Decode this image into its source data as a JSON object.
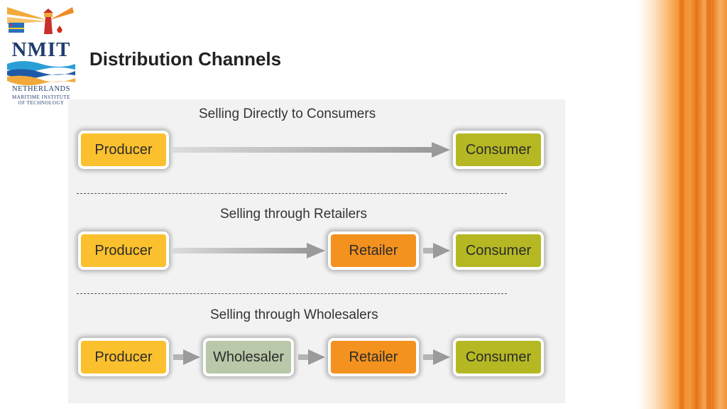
{
  "slide": {
    "title": "Distribution Channels"
  },
  "logo": {
    "name": "NMIT",
    "country": "NETHERLANDS",
    "line1": "MARITIME INSTITUTE",
    "line2": "OF TECHNOLOGY"
  },
  "colors": {
    "producer": "#fbc02d",
    "consumer": "#b5b823",
    "retailer": "#f4921f",
    "wholesaler": "#b9c8a8",
    "accent": "#f08a24"
  },
  "channels": [
    {
      "title": "Selling Directly to Consumers",
      "nodes": [
        "Producer",
        "Consumer"
      ]
    },
    {
      "title": "Selling through Retailers",
      "nodes": [
        "Producer",
        "Retailer",
        "Consumer"
      ]
    },
    {
      "title": "Selling through Wholesalers",
      "nodes": [
        "Producer",
        "Wholesaler",
        "Retailer",
        "Consumer"
      ]
    }
  ]
}
